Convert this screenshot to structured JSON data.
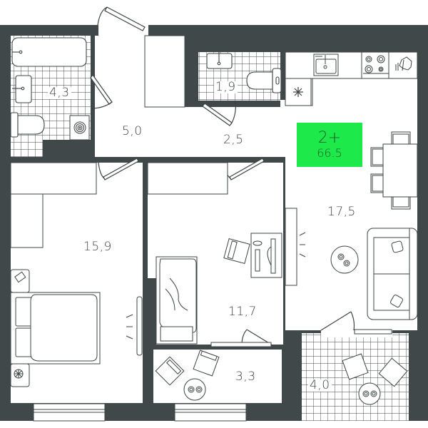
{
  "colors": {
    "wall": "#414849",
    "line": "#3d4446",
    "floor": "#ffffff",
    "badge_bg": "#1de94a",
    "badge_text": "#1f5b2b"
  },
  "badge": {
    "rooms": "2+",
    "total_area": "66.5"
  },
  "rooms": [
    {
      "id": "bathroom",
      "label": "4,3"
    },
    {
      "id": "toilet",
      "label": "1,9"
    },
    {
      "id": "hallway",
      "label": "5,0"
    },
    {
      "id": "corridor",
      "label": "2,5"
    },
    {
      "id": "kitchen-living",
      "label": "17,5"
    },
    {
      "id": "bedroom-master",
      "label": "15,9"
    },
    {
      "id": "bedroom-second",
      "label": "11,7"
    },
    {
      "id": "loggia-small",
      "label": "3,3"
    },
    {
      "id": "loggia-large",
      "label": "4,0"
    }
  ]
}
